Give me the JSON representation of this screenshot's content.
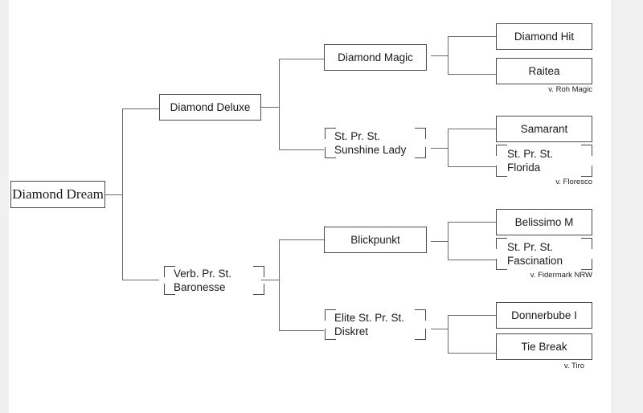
{
  "diagram": {
    "type": "pedigree-bracket-chart",
    "background_color": "#f0f0f0",
    "sheet_color": "#ffffff",
    "line_color": "#6a6a6a",
    "border_color": "#4a4a4a",
    "text_color": "#1a1a1a"
  },
  "root": {
    "name": "Diamond Dream"
  },
  "generation2": [
    {
      "name": "Diamond Deluxe"
    },
    {
      "name": "Verb. Pr. St.\nBaronesse"
    }
  ],
  "generation3": [
    {
      "name": "Diamond Magic"
    },
    {
      "name": "St. Pr. St.\nSunshine Lady"
    },
    {
      "name": "Blickpunkt"
    },
    {
      "name": "Elite St. Pr. St.\nDiskret"
    }
  ],
  "generation4": [
    {
      "name": "Diamond Hit"
    },
    {
      "name": "Raitea"
    },
    {
      "name": "Samarant"
    },
    {
      "name": "St. Pr. St.\nFlorida"
    },
    {
      "name": "Belissimo M"
    },
    {
      "name": "St. Pr. St.\nFascination"
    },
    {
      "name": "Donnerbube I"
    },
    {
      "name": "Tie Break"
    }
  ],
  "annotations": [
    {
      "text": "v. Roh Magic"
    },
    {
      "text": "v. Floresco"
    },
    {
      "text": "v. Fidermark NRW"
    },
    {
      "text": "v. Tiro"
    }
  ]
}
